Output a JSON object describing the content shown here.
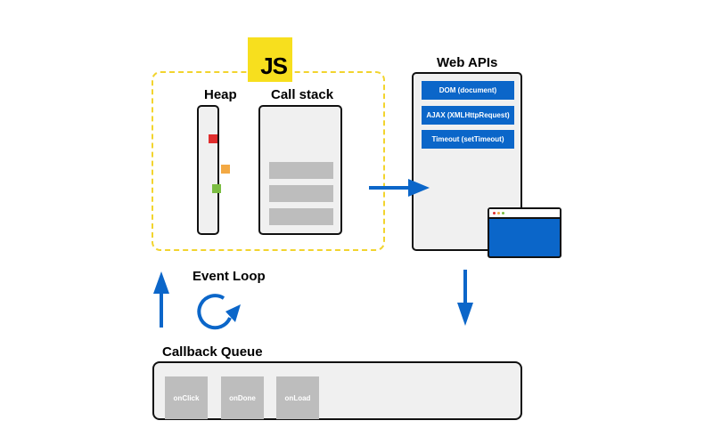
{
  "js": {
    "logo_text": "JS",
    "heap_label": "Heap",
    "callstack_label": "Call stack",
    "heap_colors": [
      "#e02d2d",
      "#f3a944",
      "#7bbd42"
    ]
  },
  "web_apis": {
    "title": "Web APIs",
    "items": [
      "DOM (document)",
      "AJAX (XMLHttpRequest)",
      "Timeout (setTimeout)"
    ]
  },
  "event_loop": {
    "label": "Event Loop"
  },
  "callback_queue": {
    "title": "Callback Queue",
    "items": [
      "onClick",
      "onDone",
      "onLoad"
    ]
  },
  "colors": {
    "accent_blue": "#0b66c9",
    "js_yellow": "#f7df1e",
    "dash_yellow": "#f2d42e"
  }
}
